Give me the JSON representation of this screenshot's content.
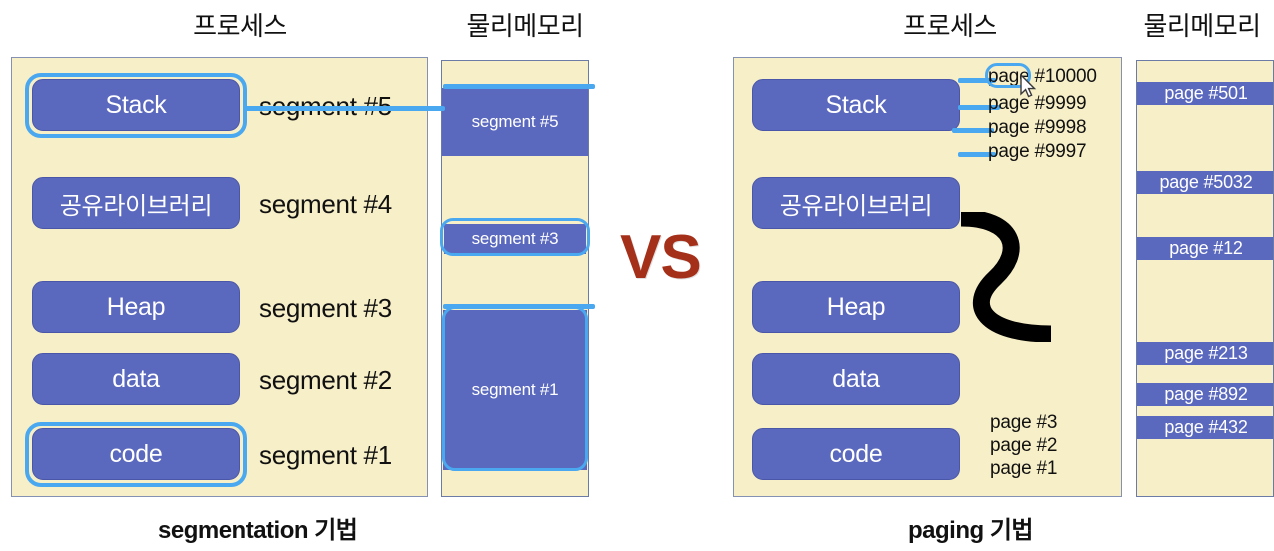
{
  "left": {
    "caption": "segmentation 기법",
    "process_header": "프로세스",
    "memory_header": "물리메모리",
    "segments": [
      {
        "name": "Stack",
        "label": "segment #5",
        "highlighted": true
      },
      {
        "name": "공유라이브러리",
        "label": "segment #4",
        "highlighted": false
      },
      {
        "name": "Heap",
        "label": "segment #3",
        "highlighted": false
      },
      {
        "name": "data",
        "label": "segment #2",
        "highlighted": false
      },
      {
        "name": "code",
        "label": "segment #1",
        "highlighted": true
      }
    ],
    "memory_blocks": [
      {
        "label": "segment #5",
        "highlighted": true
      },
      {
        "label": "segment #3",
        "highlighted": true
      },
      {
        "label": "segment #1",
        "highlighted": true
      }
    ]
  },
  "right": {
    "caption": "paging 기법",
    "process_header": "프로세스",
    "memory_header": "물리메모리",
    "segments": [
      {
        "name": "Stack"
      },
      {
        "name": "공유라이브러리"
      },
      {
        "name": "Heap"
      },
      {
        "name": "data"
      },
      {
        "name": "code"
      }
    ],
    "stack_pages": [
      {
        "label": "page #10000",
        "highlighted": true
      },
      {
        "label": "page #9999",
        "highlighted": false
      },
      {
        "label": "page #9998",
        "highlighted": false
      },
      {
        "label": "page #9997",
        "highlighted": false
      }
    ],
    "code_pages": [
      {
        "label": "page #3"
      },
      {
        "label": "page #2"
      },
      {
        "label": "page #1"
      }
    ],
    "memory_blocks": [
      {
        "label": "page #501"
      },
      {
        "label": "page #5032"
      },
      {
        "label": "page #12"
      },
      {
        "label": "page #213"
      },
      {
        "label": "page #892"
      },
      {
        "label": "page #432"
      }
    ]
  },
  "center": {
    "vs": "VS"
  },
  "colors": {
    "chip_blue": "#5a68bd",
    "highlight_blue": "#49a8f0",
    "panel_cream": "#f7efc8",
    "vs_red": "#a5301a",
    "text_dark": "#111111"
  }
}
